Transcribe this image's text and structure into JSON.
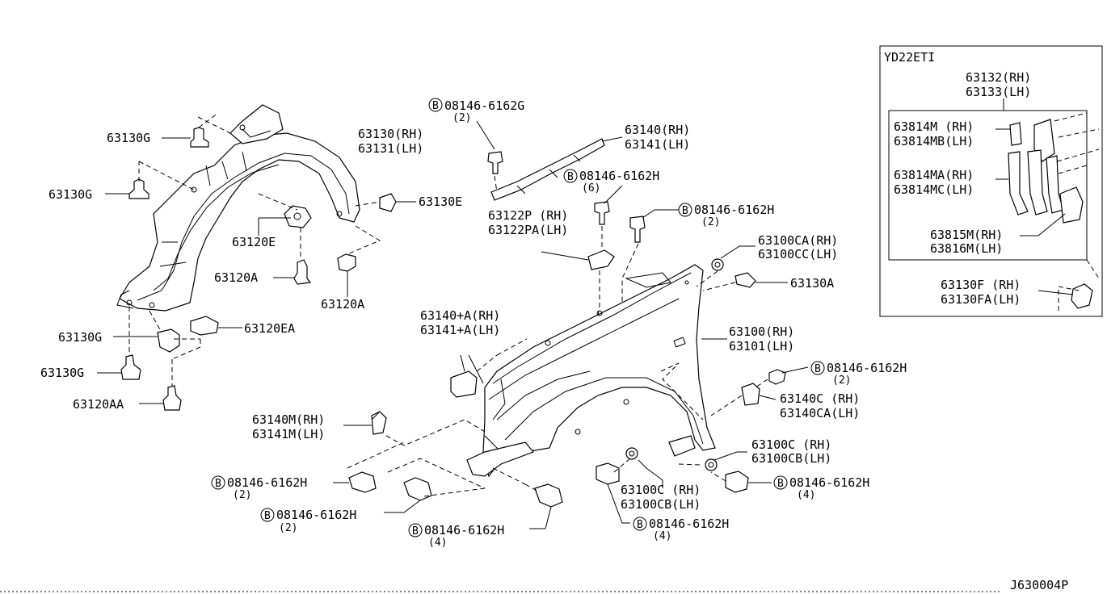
{
  "diagram_id": "J630004P",
  "inset": {
    "title": "YD22ETI",
    "labels": {
      "p63132": "63132(RH)",
      "p63133": "63133(LH)",
      "p63814m": "63814M (RH)",
      "p63814mb": "63814MB(LH)",
      "p63814ma": "63814MA(RH)",
      "p63814mc": "63814MC(LH)",
      "p63815m": "63815M(RH)",
      "p63816m": "63816M(LH)",
      "p63130f": "63130F (RH)",
      "p63130fa": "63130FA(LH)"
    }
  },
  "labels": {
    "l63130g_a": "63130G",
    "l63130rh": "63130(RH)",
    "l63131lh": "63131(LH)",
    "l63130g_b": "63130G",
    "l63130e": "63130E",
    "l63120e": "63120E",
    "l63120a_a": "63120A",
    "l63120a_b": "63120A",
    "l63130g_c": "63130G",
    "l63120ea": "63120EA",
    "l63130g_d": "63130G",
    "l63120aa": "63120AA",
    "b1_num": "08146-6162G",
    "b1_qty": "(2)",
    "l63140rh": "63140(RH)",
    "l63141lh": "63141(LH)",
    "b2_num": "08146-6162H",
    "b2_qty": "(6)",
    "l63122p": "63122P (RH)",
    "l63122pa": "63122PA(LH)",
    "b3_num": "08146-6162H",
    "b3_qty": "(2)",
    "l63100ca": "63100CA(RH)",
    "l63100cc": "63100CC(LH)",
    "l63130a": "63130A",
    "l63140a": "63140+A(RH)",
    "l63141a": "63141+A(LH)",
    "l63100rh": "63100(RH)",
    "l63101lh": "63101(LH)",
    "b4_num": "08146-6162H",
    "b4_qty": "(2)",
    "l63140c": "63140C (RH)",
    "l63140ca": "63140CA(LH)",
    "l63140m": "63140M(RH)",
    "l63141m": "63141M(LH)",
    "l63100c_a": "63100C (RH)",
    "l63100cb_a": "63100CB(LH)",
    "b5_num": "08146-6162H",
    "b5_qty": "(2)",
    "b6_num": "08146-6162H",
    "b6_qty": "(2)",
    "l63100c_b": "63100C (RH)",
    "l63100cb_b": "63100CB(LH)",
    "b7_num": "08146-6162H",
    "b7_qty": "(4)",
    "b8_num": "08146-6162H",
    "b8_qty": "(4)",
    "b9_num": "08146-6162H",
    "b9_qty": "(4)"
  },
  "bolt_symbol": "B"
}
